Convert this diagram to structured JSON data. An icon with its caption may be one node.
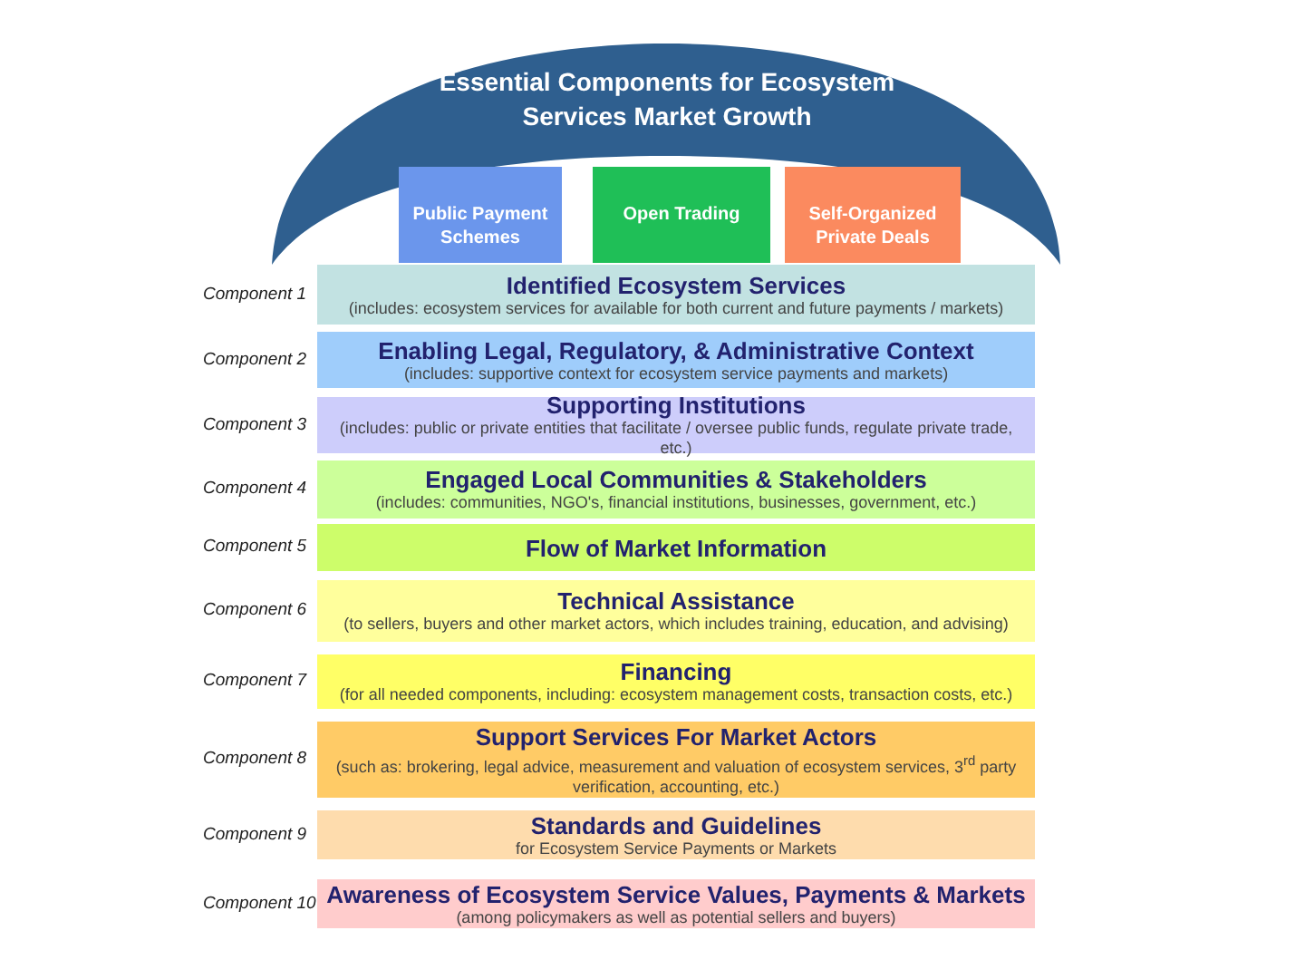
{
  "diagram": {
    "nodes": [
      {
        "text": [
          "Essential Components for Ecosystem Services Market Growth"
        ]
      },
      {
        "text": [
          "Public Payment Schemes"
        ]
      },
      {
        "text": [
          "Open Trading"
        ]
      },
      {
        "text": [
          "Self-Organized Private Deals"
        ]
      },
      {
        "text": [
          "Identified Ecosystem Services",
          "(includes: ecosystem services for available for both current and future payments / markets)"
        ],
        "beside": [
          "Component 1"
        ]
      },
      {
        "text": [
          "Enabling Legal, Regulatory, & Administrative Context",
          "(includes: supportive context for ecosystem service payments and markets)"
        ],
        "beside": [
          "Component 2"
        ]
      },
      {
        "text": [
          "Supporting Institutions",
          "(includes: public or private entities that facilitate / oversee public funds, regulate private trade, etc.)"
        ],
        "beside": [
          "Component 3"
        ]
      },
      {
        "text": [
          "Engaged Local Communities & Stakeholders",
          "(includes: communities, NGO's, financial institutions, businesses, government, etc.)"
        ],
        "beside": [
          "Component 4"
        ]
      },
      {
        "text": [
          "Flow of Market Information"
        ],
        "beside": [
          "Component 5"
        ]
      },
      {
        "text": [
          "Technical Assistance",
          "(to sellers, buyers and other market actors, which includes training, education, and advising)"
        ],
        "beside": [
          "Component 6"
        ]
      },
      {
        "text": [
          "Financing",
          "(for all needed components, including: ecosystem management costs, transaction costs, etc.)"
        ],
        "beside": [
          "Component 7"
        ]
      },
      {
        "text": [
          "Support Services For Market Actors",
          "(such as: brokering, legal advice, measurement and valuation of ecosystem services, 3$^{rd}$ party verification, accounting, etc.)"
        ],
        "beside": [
          "Component 8"
        ]
      },
      {
        "text": [
          "Standards and Guidelines",
          "for Ecosystem Service Payments or Markets"
        ],
        "beside": [
          "Component 9"
        ]
      },
      {
        "text": [
          "Awareness of Ecosystem Service Values, Payments & Markets",
          "(among policymakers as well as potential sellers and buyers)"
        ],
        "beside": [
          "Component 10"
        ]
      }
    ]
  }
}
